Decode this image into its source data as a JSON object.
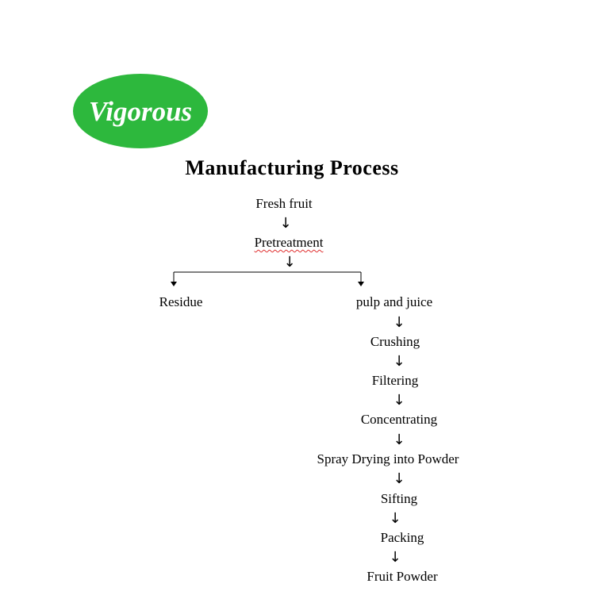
{
  "logo": {
    "text": "Vigorous",
    "bg_color": "#2db83d",
    "text_color": "#ffffff"
  },
  "title": "Manufacturing Process",
  "top_chain": [
    "Fresh fruit",
    "Pretreatment"
  ],
  "branch_left": "Residue",
  "branch_right": "pulp and juice",
  "right_chain": [
    "Crushing",
    "Filtering",
    "Concentrating",
    "Spray Drying into Powder",
    "Sifting",
    "Packing",
    "Fruit Powder"
  ],
  "arrow_glyph": "↓"
}
